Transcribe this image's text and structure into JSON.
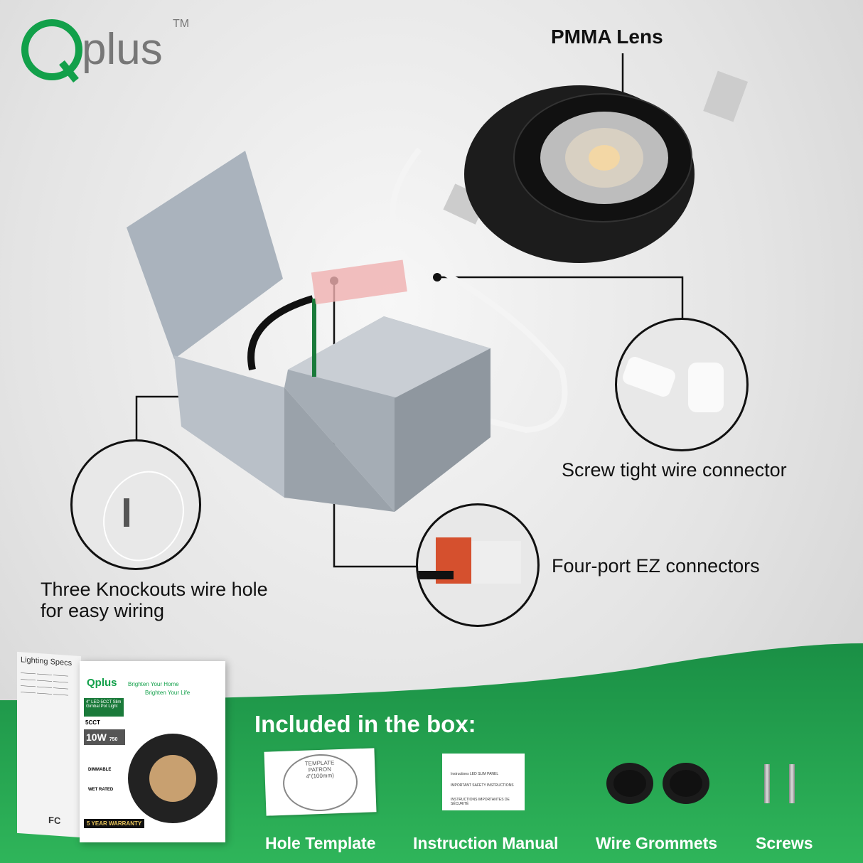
{
  "brand": {
    "logo": "Qplus",
    "trademark": "TM"
  },
  "callouts": {
    "lens": "PMMA Lens",
    "connector": "Screw tight wire connector",
    "ez": "Four-port EZ connectors",
    "knockout_line1": "Three Knockouts wire hole",
    "knockout_line2": "for easy wiring"
  },
  "included": {
    "heading": "Included in the box:",
    "items": [
      {
        "label": "Hole Template"
      },
      {
        "label": "Instruction Manual"
      },
      {
        "label": "Wire Grommets"
      },
      {
        "label": "Screws"
      }
    ],
    "template_text": [
      "TEMPLATE",
      "PATRON",
      "4\"(100mm)"
    ],
    "manual_text": [
      "Instructions LED SLIM PANEL",
      "IMPORTANT SAFETY INSTRUCTIONS",
      "INSTRUCTIONS IMPORTANTES DE SÉCURITÉ"
    ]
  },
  "package": {
    "side_title": "Lighting Specs",
    "brand": "Qplus",
    "slogan1": "Brighten Your Home",
    "slogan2": "Brighten Your Life",
    "product": "4\" LED 5CCT Slim Gimbal Pot Light",
    "cct": "5CCT",
    "watts": "10W",
    "lumens": "750",
    "dimmable": "DIMMABLE",
    "wet": "WET RATED",
    "warranty": "5 YEAR WARRANTY",
    "fc": "FC"
  },
  "colors": {
    "green": "#1a9a4a",
    "logo_green": "#12a04a",
    "logo_grey": "#777777"
  }
}
